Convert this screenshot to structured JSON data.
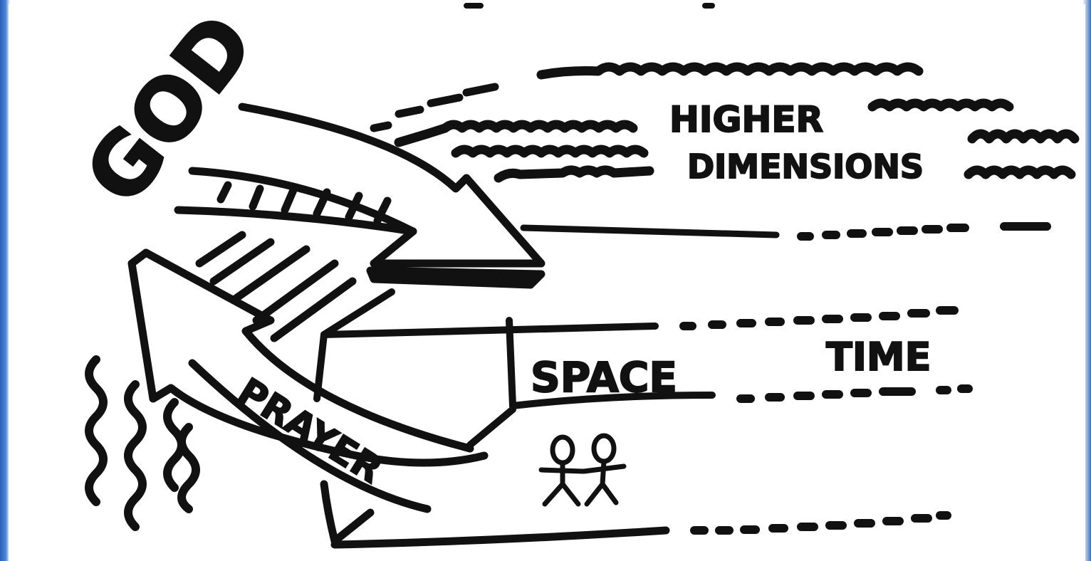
{
  "colors": {
    "ink": "#111111",
    "paper": "#ffffff",
    "frame": "#3a6fc4"
  },
  "labels": {
    "god": "GOD",
    "higher": "HIGHER",
    "dimensions": "DIMENSIONS",
    "space": "SPACE",
    "time": "TIME",
    "prayer": "PRAYER"
  }
}
